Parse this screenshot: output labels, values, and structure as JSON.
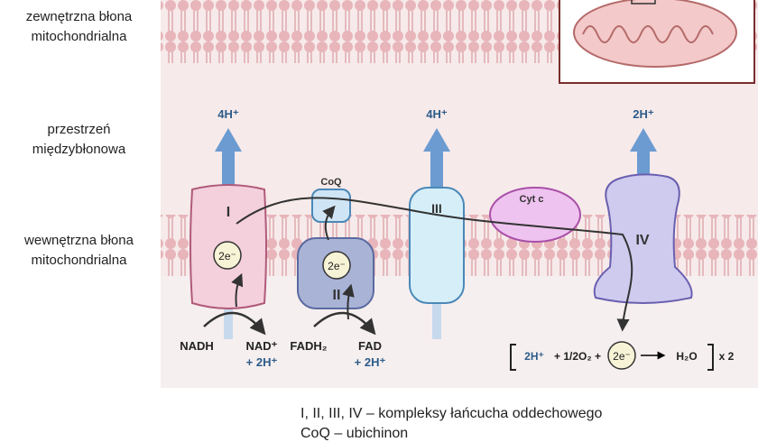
{
  "labels": {
    "outer_membrane": "zewnętrzna błona\nmitochondrialna",
    "intermembrane_space": "przestrzeń\nmiędzybłonowa",
    "inner_membrane": "wewnętrzna błona\nmitochondrialna"
  },
  "complexes": {
    "I": "I",
    "II": "II",
    "III": "III",
    "IV": "IV",
    "coq": "CoQ",
    "cytc": "Cyt c",
    "electrons": "2e⁻"
  },
  "protons": {
    "c1": "4H⁺",
    "c3": "4H⁺",
    "c4": "2H⁺"
  },
  "substrates": {
    "nadh": "NADH",
    "nad": "NAD⁺",
    "nad_h": "+ 2H⁺",
    "fadh2": "FADH₂",
    "fad": "FAD",
    "fad_h": "+ 2H⁺"
  },
  "reaction": {
    "protons": "2H⁺",
    "oxygen": "+ 1/2O₂ +",
    "electrons": "2e⁻",
    "water": "H₂O",
    "multiplier": "x 2"
  },
  "legend": {
    "line1": "I, II, III, IV – kompleksy łańcucha oddechowego",
    "line2": "CoQ – ubichinon"
  },
  "colors": {
    "membrane": "#e8b7bc",
    "space": "#f7eaea",
    "arrow": "#6b9bd1",
    "proton_text": "#2d5c8a",
    "complex1": "#f3d0dc",
    "complex2": "#a9b3d6",
    "complex3": "#d5eef8",
    "complex4": "#cfcbee",
    "cytc": "#efc3ef"
  }
}
